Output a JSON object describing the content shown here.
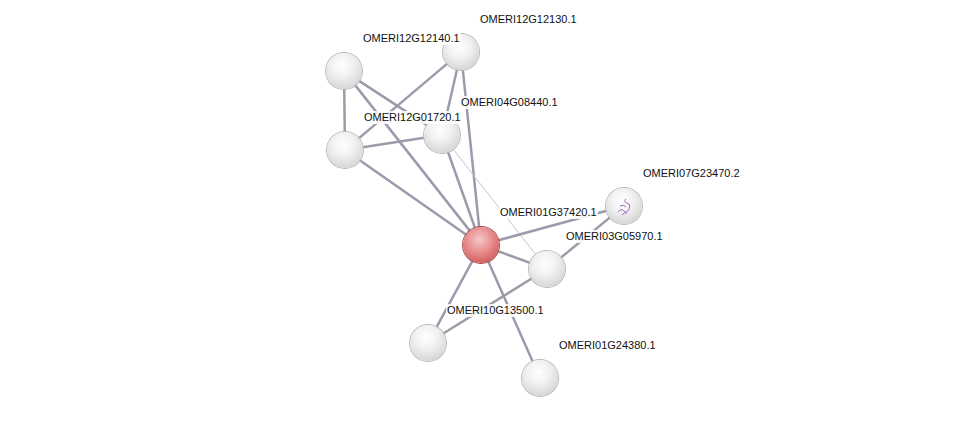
{
  "diagram": {
    "nodes": [
      {
        "text": [
          "OMERI12G12130.1"
        ]
      },
      {
        "text": [
          "OMERI12G12140.1"
        ]
      },
      {
        "text": [
          "OMERI04G08440.1"
        ]
      },
      {
        "text": [
          "OMERI12G01720.1"
        ]
      },
      {
        "text": [
          "OMERI07G23470.2"
        ]
      },
      {
        "text": [
          "OMERI01G37420.1"
        ]
      },
      {
        "text": [
          "OMERI03G05970.1"
        ]
      },
      {
        "text": [
          "OMERI10G13500.1"
        ]
      },
      {
        "text": [
          "OMERI01G24380.1"
        ]
      }
    ],
    "edges": [
      {
        "from": 1,
        "to": 3,
        "arrow": "none"
      },
      {
        "from": 1,
        "to": 2,
        "arrow": "none"
      },
      {
        "from": 1,
        "to": 5,
        "arrow": "none"
      },
      {
        "from": 0,
        "to": 3,
        "arrow": "none"
      },
      {
        "from": 0,
        "to": 2,
        "arrow": "none"
      },
      {
        "from": 0,
        "to": 5,
        "arrow": "none"
      },
      {
        "from": 3,
        "to": 2,
        "arrow": "none"
      },
      {
        "from": 3,
        "to": 5,
        "arrow": "none"
      },
      {
        "from": 2,
        "to": 5,
        "arrow": "none"
      },
      {
        "from": 2,
        "to": 6,
        "arrow": "none"
      },
      {
        "from": 5,
        "to": 4,
        "arrow": "none"
      },
      {
        "from": 5,
        "to": 6,
        "arrow": "none"
      },
      {
        "from": 5,
        "to": 7,
        "arrow": "none"
      },
      {
        "from": 5,
        "to": 8,
        "arrow": "none"
      },
      {
        "from": 6,
        "to": 4,
        "arrow": "none"
      },
      {
        "from": 6,
        "to": 7,
        "arrow": "none"
      }
    ]
  }
}
